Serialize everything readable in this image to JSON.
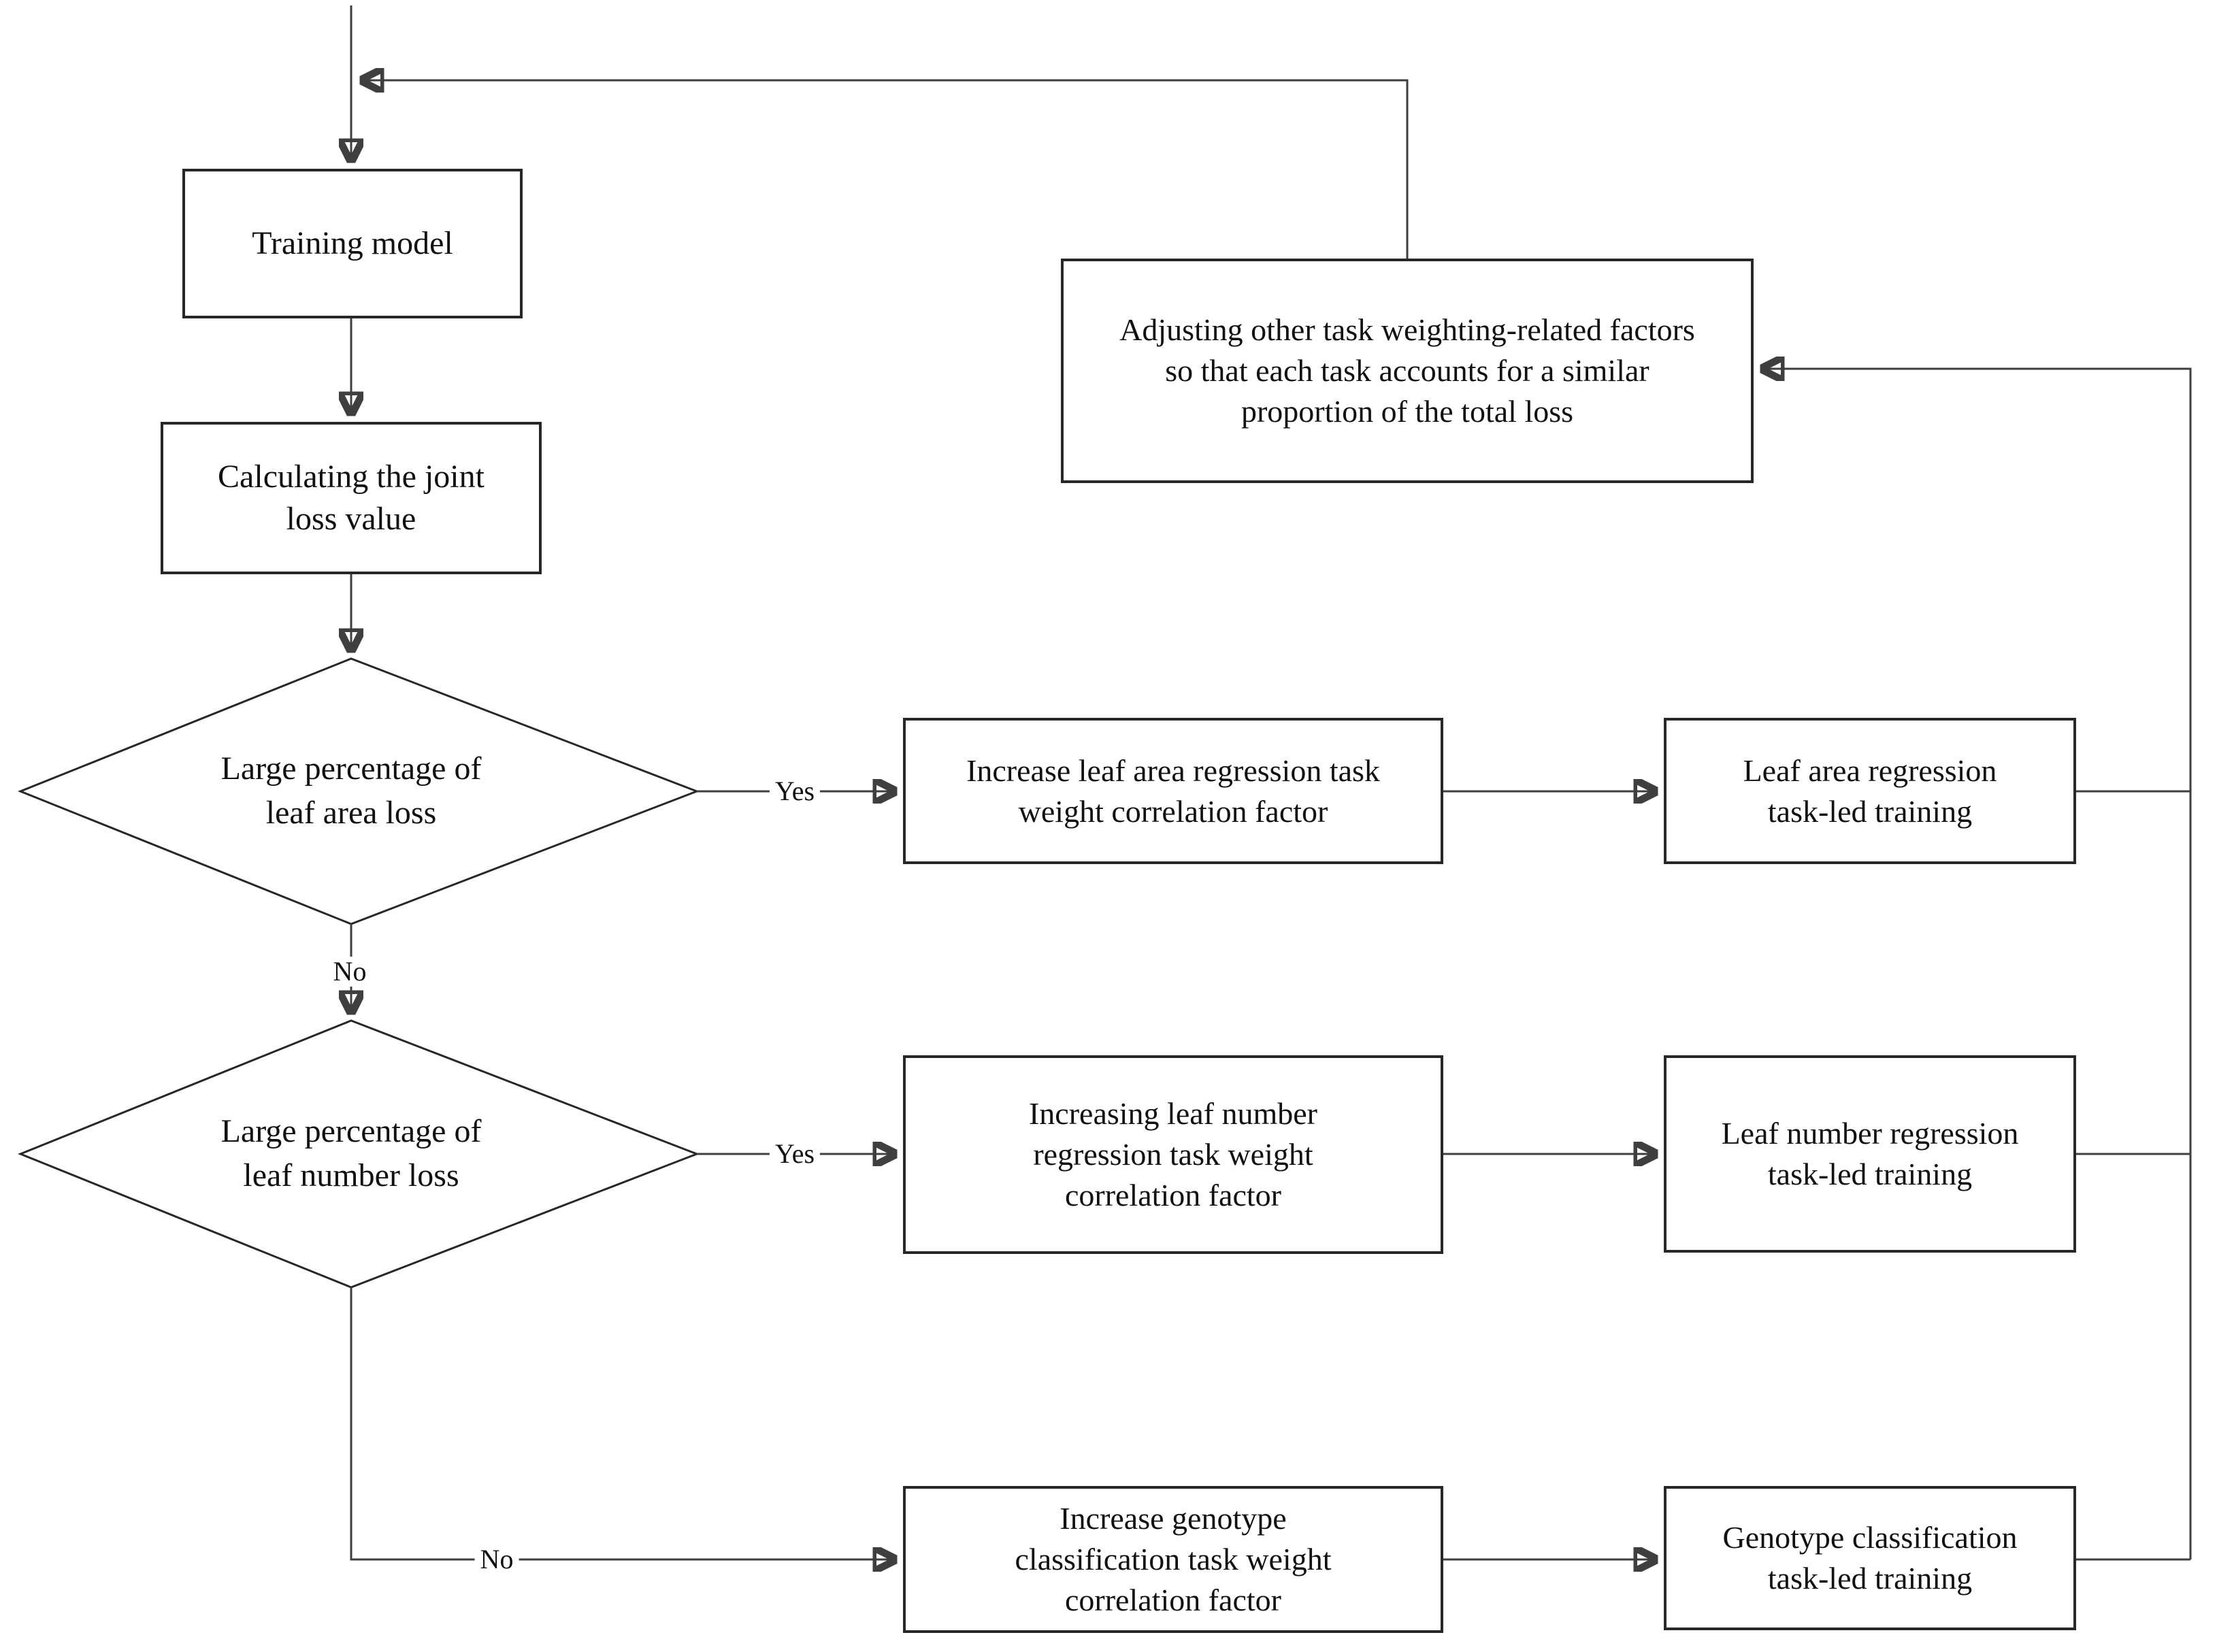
{
  "diagram": {
    "colors": {
      "line": "#3f3f3f",
      "border": "#272727",
      "text": "#111111",
      "background": "#ffffff"
    },
    "nodes": {
      "training": {
        "label": "Training model"
      },
      "calc_loss": {
        "label": "Calculating the joint loss value"
      },
      "decision_leaf_area": {
        "label": "Large percentage of leaf area loss"
      },
      "decision_leaf_number": {
        "label": "Large percentage of leaf number loss"
      },
      "increase_leaf_area_weight": {
        "label": "Increase leaf area regression task weight correlation factor"
      },
      "leaf_area_training": {
        "label": "Leaf area regression task-led training"
      },
      "increase_leaf_number_weight": {
        "label": "Increasing leaf number regression task weight correlation factor"
      },
      "leaf_number_training": {
        "label": "Leaf number regression task-led training"
      },
      "increase_genotype_weight": {
        "label": "Increase genotype classification task weight correlation factor"
      },
      "genotype_training": {
        "label": "Genotype classification task-led training"
      },
      "adjust_weighting": {
        "label": "Adjusting other task weighting-related factors so that each task accounts for a similar proportion of the total loss"
      }
    },
    "edge_labels": {
      "yes_leaf_area": "Yes",
      "no_leaf_area": "No",
      "yes_leaf_number": "Yes",
      "no_leaf_number": "No"
    }
  }
}
